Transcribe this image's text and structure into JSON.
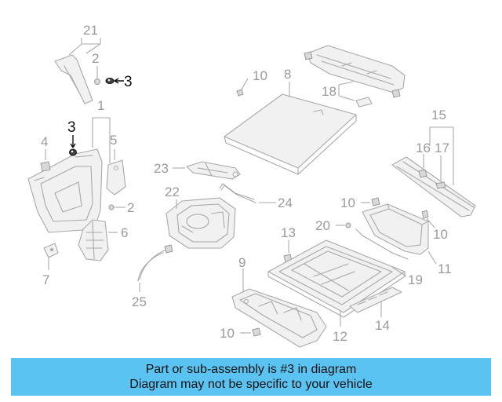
{
  "callouts": {
    "n21": "21",
    "n2a": "2",
    "n3a": "3",
    "n1": "1",
    "n3b": "3",
    "n4": "4",
    "n5": "5",
    "n2b": "2",
    "n6": "6",
    "n7": "7",
    "n10a": "10",
    "n8": "8",
    "n18": "18",
    "n15": "15",
    "n16": "16",
    "n17": "17",
    "n23": "23",
    "n22": "22",
    "n24": "24",
    "n10b": "10",
    "n20": "20",
    "n10c": "10",
    "n13": "13",
    "n11": "11",
    "n19": "19",
    "n9": "9",
    "n25": "25",
    "n10d": "10",
    "n12": "12",
    "n14": "14"
  },
  "highlight": {
    "part_number": "3",
    "color": "#111111"
  },
  "banner": {
    "line1": "Part or sub-assembly is #3 in diagram",
    "line2": "Diagram may not be specific to your vehicle",
    "background": "#5bc3f2"
  }
}
